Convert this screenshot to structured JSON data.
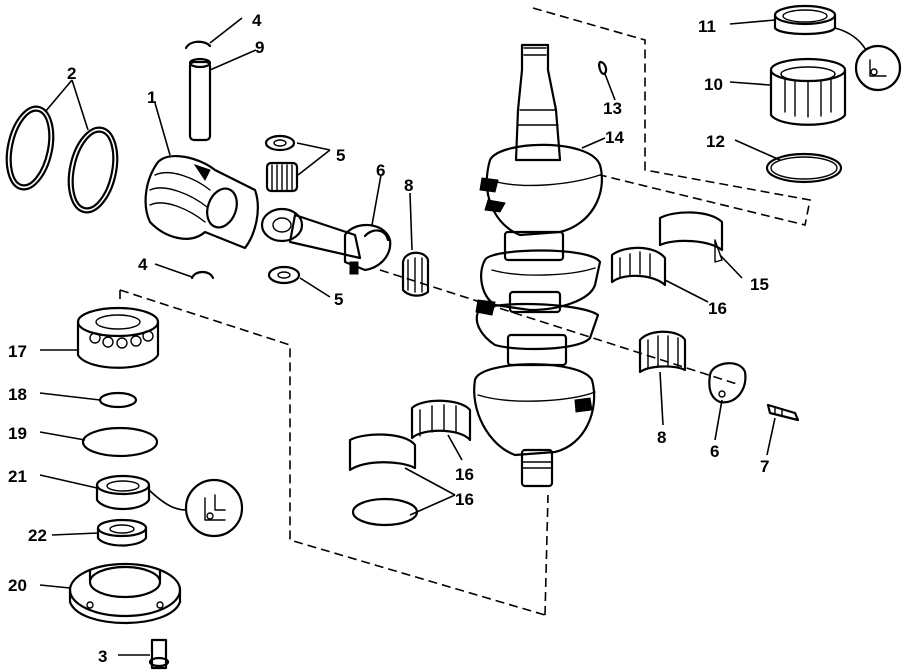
{
  "callouts": {
    "c1": "1",
    "c2": "2",
    "c3": "3",
    "c4_top": "4",
    "c4_mid": "4",
    "c5_top": "5",
    "c5_bottom": "5",
    "c6_top": "6",
    "c6_bottom": "6",
    "c7": "7",
    "c8_top": "8",
    "c8_bottom": "8",
    "c9": "9",
    "c10": "10",
    "c11": "11",
    "c12": "12",
    "c13": "13",
    "c14": "14",
    "c15": "15",
    "c16_right": "16",
    "c16_left": "16",
    "c16_bottom": "16",
    "c17": "17",
    "c18": "18",
    "c19": "19",
    "c20": "20",
    "c21": "21",
    "c22": "22"
  }
}
